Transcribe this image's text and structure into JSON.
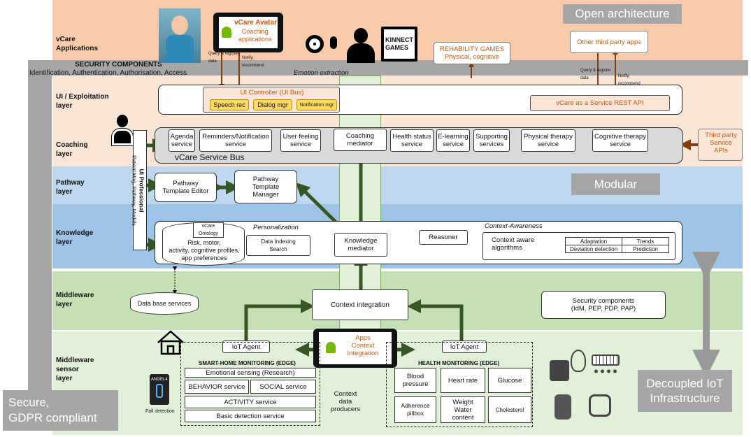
{
  "tags": {
    "open": "Open architecture",
    "modular": "Modular",
    "decoupled": "Decoupled IoT\nInfrastructure",
    "secure": "Secure,\nGDPR compliant"
  },
  "security": {
    "title": "SECURITY COMPONENTS",
    "subtitle": "Identification, Authentication, Authorisation, Access",
    "emotion": "Emotion extraction"
  },
  "layers": {
    "vcare": "vCare\nApplications",
    "ui": "UI / Exploitation\nlayer",
    "coaching": "Coaching\nlayer",
    "pathway": "Pathway\nlayer",
    "knowledge": "Knowledge\nlayer",
    "middleware": "Middleware\nlayer",
    "sensor": "Middleware\nsensor\nlayer"
  },
  "apps": {
    "avatar_title": "vCare Avatar",
    "avatar_sub": "Coaching\napplications",
    "kinnect": "KINNECT\nGAMES",
    "rehab": "REHABILITY GAMES\nPhysical, cognitive",
    "thirdparty": "Other third party apps",
    "query1": "Query & register\ndata",
    "notify1": "Notify,\nrecommend",
    "query2": "Query & register\ndata",
    "notify2": "Notify,\nrecommend"
  },
  "ui": {
    "controller": "UI Controller (UI Bus)",
    "speech": "Speech rec",
    "dialog": "Dialog mgr",
    "notification": "Notification mgr",
    "rest": "vCare as a Service REST API"
  },
  "coaching": {
    "agenda": "Agenda\nservice",
    "reminders": "Reminders/Notification\nservice",
    "feeling": "User feeling\nservice",
    "mediator": "Coaching\nmediator",
    "health": "Health status\nservice",
    "elearning": "E-learning\nservice",
    "supporting": "Supporting\nservices",
    "physical": "Physical therapy\nservice",
    "cognitive": "Cognitive therapy\nservice",
    "bus": "vCare Service Bus",
    "third": "Third party\nService\nAPIs"
  },
  "ui_prof": {
    "title": "UI Professional",
    "sub": "Patient Mng, Pathway, Models"
  },
  "pathway": {
    "editor": "Pathway\nTemplate Editor",
    "manager": "Pathway\nTemplate\nManager"
  },
  "knowledge": {
    "ontology": "vCare\nOntology",
    "profiles": "Risk, motor,\nactivity, cognitive profiles,\napp preferences",
    "personalization": "Personalization",
    "indexing": "Data Indexing\nSearch",
    "mediator": "Knowledge\nmediator",
    "reasoner": "Reasoner",
    "context_aw": "Context-Awareness",
    "algorithms": "Context aware\nalgorithms",
    "adaptation": "Adaptation",
    "trends": "Trends",
    "deviation": "Deviation detection",
    "prediction": "Prediction"
  },
  "middleware": {
    "db": "Data base services",
    "integration": "Context integration",
    "security": "Security components\n(IdM, PEP, PDP, PAP)"
  },
  "sensor": {
    "iot1": "IoT Agent",
    "iot2": "IoT Agent",
    "apps": "Apps\nContext\nIntegration",
    "smart_title": "SMART-HOME MONITORING (EDGE)",
    "emotional": "Emotional sensing (Research)",
    "behavior": "BEHAVIOR service",
    "social": "SOCIAL service",
    "activity": "ACTIVITY service",
    "basic": "Basic detection service",
    "producers": "Context data\nproducers",
    "health_title": "HEALTH MONITORING (EDGE)",
    "bp": "Blood\npressure",
    "hr": "Heart rate",
    "glucose": "Glucose",
    "adherence": "Adherence\npillbox",
    "weight": "Weight\nWater\ncontent",
    "cholesterol": "Cholesterol",
    "fall": "Fall detection",
    "angel": "ANGEL4"
  },
  "colors": {
    "vcare": "#f8cbad",
    "ui": "#fbe5d6",
    "coaching": "#fbe5d6",
    "pathway": "#bdd7ee",
    "knowledge": "#9dc3e6",
    "middleware": "#c5e0b4",
    "sensor": "#e2f0d9",
    "arrow": "#375623",
    "arrow_brown": "#843c0c",
    "gray": "#a6a6a6"
  }
}
